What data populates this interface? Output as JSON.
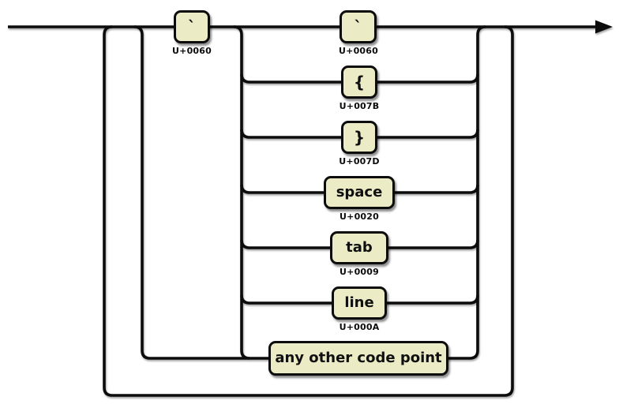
{
  "diagram": {
    "kind": "railroad-syntax-diagram",
    "direction": "left-to-right",
    "nodes": [
      {
        "id": "backtick-open",
        "label": "`",
        "codepoint": "U+0060"
      },
      {
        "id": "backtick-escaped",
        "label": "`",
        "codepoint": "U+0060"
      },
      {
        "id": "open-brace",
        "label": "{",
        "codepoint": "U+007B"
      },
      {
        "id": "close-brace",
        "label": "}",
        "codepoint": "U+007D"
      },
      {
        "id": "space",
        "label": "space",
        "codepoint": "U+0020"
      },
      {
        "id": "tab",
        "label": "tab",
        "codepoint": "U+0009"
      },
      {
        "id": "line",
        "label": "line",
        "codepoint": "U+000A"
      },
      {
        "id": "any-other-code-point",
        "label": "any other code point"
      }
    ],
    "colors": {
      "background": "#ffffff",
      "node_fill": "#ebebc6",
      "stroke": "#0c0c0c",
      "text": "#101010"
    }
  }
}
